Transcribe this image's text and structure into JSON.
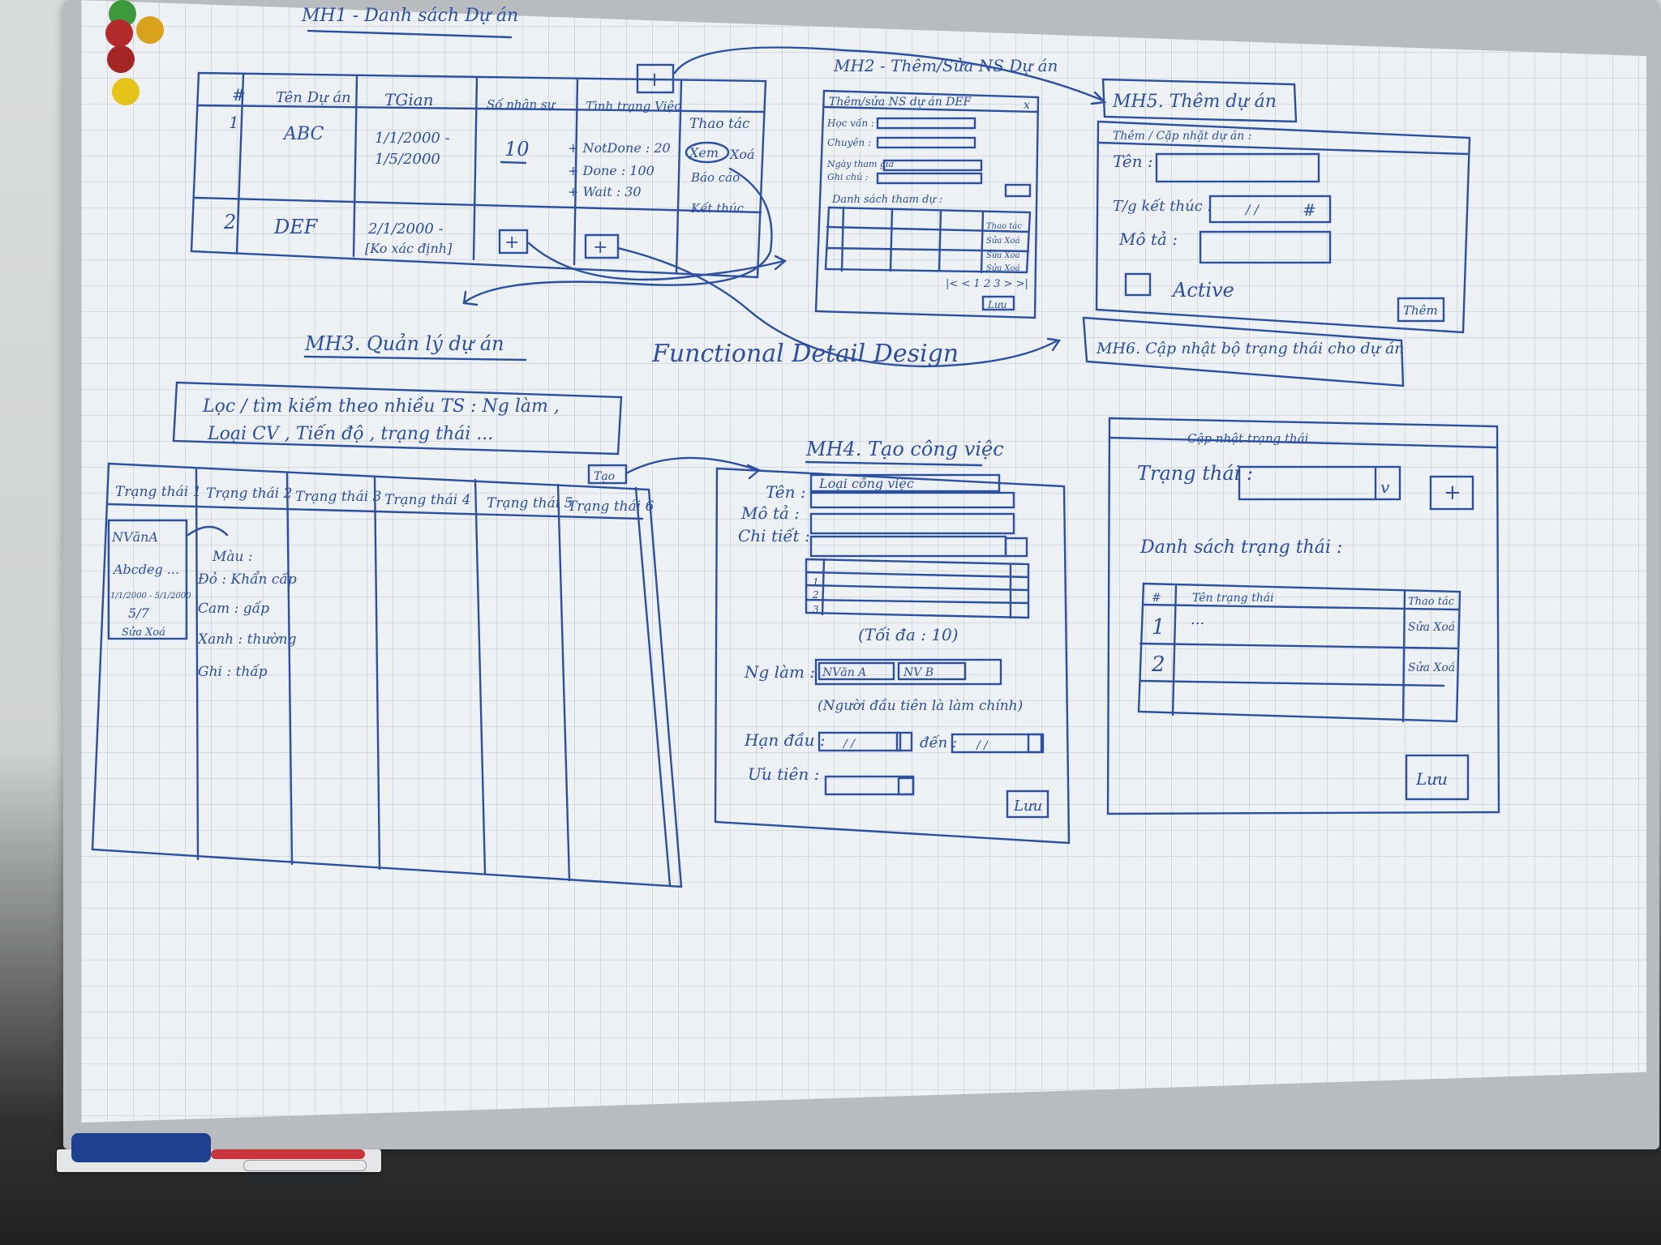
{
  "mh1": {
    "title": "MH1 - Danh sách Dự án",
    "add_button": "+",
    "headers": [
      "#",
      "Tên Dự án",
      "TGian",
      "Số nhân sự",
      "Tình trạng Việc",
      "Thao tác"
    ],
    "rows": [
      {
        "idx": "1",
        "name": "ABC",
        "time1": "1/1/2000 -",
        "time2": "1/5/2000",
        "count": "10",
        "status": [
          "+ NotDone : 20",
          "+ Done : 100",
          "+ Wait : 30"
        ],
        "actions": [
          "Xem",
          "Xoá",
          "Báo cáo",
          "Kết thúc"
        ]
      },
      {
        "idx": "2",
        "name": "DEF",
        "time1": "2/1/2000 -",
        "time2": "[Ko xác định]",
        "count": "+",
        "status_add": "+"
      }
    ]
  },
  "mh2": {
    "title": "MH2 - Thêm/Sửa NS Dự án",
    "dialog_title": "Thêm/sửa NS dự án DEF",
    "close": "x",
    "fields": [
      "Học vấn :",
      "Chuyên :",
      "Ngày tham gia",
      "Ghi chú :"
    ],
    "list_label": "Danh sách tham dự :",
    "actions": [
      "Thao tác",
      "Sửa Xoá",
      "Sửa Xoá",
      "Sửa Xoá"
    ],
    "pager": "|< < 1 2 3 > >|",
    "save": "Lưu"
  },
  "mh3": {
    "title": "MH3. Quản lý dự án",
    "filter_line1": "Lọc / tìm kiếm theo nhiều TS : Ng làm ,",
    "filter_line2": "Loại CV , Tiến độ , trạng thái ...",
    "create_button": "Tạo",
    "columns": [
      "Trạng thái 1",
      "Trạng thái 2",
      "Trạng thái 3",
      "Trạng thái 4",
      "Trạng thái 5",
      "Trạng thái 6"
    ],
    "card": {
      "owner": "NVănA",
      "desc": "Abcdeg ...",
      "date": "1/1/2000 - 5/1/2000",
      "progress": "5/7",
      "actions": "Sửa Xoá"
    },
    "legend": [
      "Màu :",
      "Đỏ : Khẩn cấp",
      "Cam : gấp",
      "Xanh : thường",
      "Ghi : thấp"
    ]
  },
  "center_text": "Functional Detail Design",
  "mh4": {
    "title": "MH4. Tạo công việc",
    "type_select": "Loại công việc",
    "labels": [
      "Tên :",
      "Mô tả :",
      "Chi tiết :"
    ],
    "subtasks": [
      "1",
      "2",
      "3"
    ],
    "max_note": "(Tối đa : 10)",
    "assignee_label": "Ng làm :",
    "assignees": [
      "NVăn A",
      "NV B"
    ],
    "assignee_note": "(Người đầu tiên là làm chính)",
    "deadline_label": "Hạn đầu :",
    "end_label": "đến :",
    "date_placeholder": "/ /",
    "priority_label": "Ưu tiên :",
    "save": "Lưu"
  },
  "mh5": {
    "title": "MH5. Thêm dự án",
    "dialog_title": "Thêm / Cập nhật dự án :",
    "name_label": "Tên :",
    "deadline_label": "T/g kết thúc :",
    "date_placeholder": "/ /",
    "desc_label": "Mô tả :",
    "active_label": "Active",
    "add_button": "Thêm"
  },
  "mh6": {
    "title": "MH6. Cập nhật bộ trạng thái cho dự án",
    "dialog_title": "Cập nhật trạng thái",
    "status_label": "Trạng thái :",
    "add_button": "+",
    "list_label": "Danh sách trạng thái :",
    "headers": [
      "#",
      "Tên trạng thái",
      "Thao tác"
    ],
    "rows": [
      {
        "idx": "1",
        "name": "...",
        "actions": "Sửa Xoá"
      },
      {
        "idx": "2",
        "name": "",
        "actions": "Sửa Xoá"
      }
    ],
    "save": "Lưu"
  },
  "colors": {
    "ink": "#2b4fa3",
    "board": "#eef1f3"
  }
}
